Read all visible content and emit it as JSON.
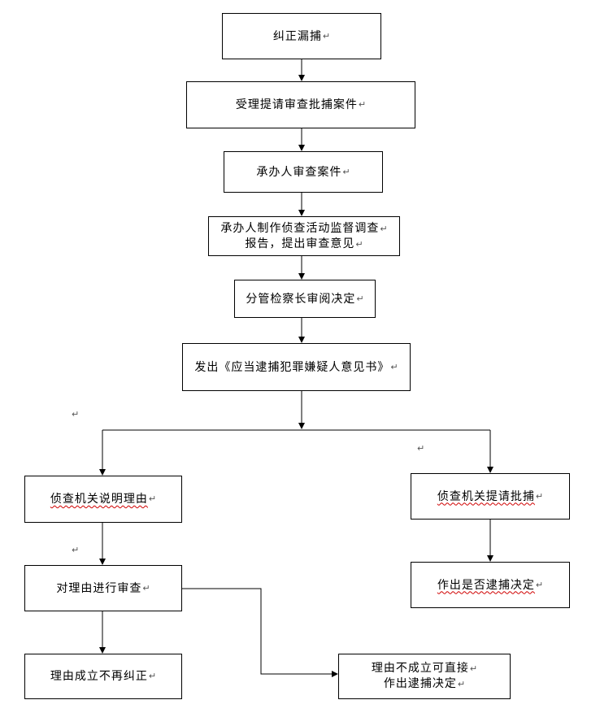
{
  "pilcrow": "↵",
  "nodes": {
    "n1": {
      "text": "纠正漏捕"
    },
    "n2": {
      "text": "受理提请审查批捕案件"
    },
    "n3": {
      "text": "承办人审查案件"
    },
    "n4": {
      "line1": "承办人制作侦查活动监督调查",
      "line2": "报告，提出审查意见"
    },
    "n5": {
      "text": "分管检察长审阅决定"
    },
    "n6": {
      "text": "发出《应当逮捕犯罪嫌疑人意见书》"
    },
    "n7": {
      "text": "侦查机关说明理由"
    },
    "n8": {
      "text": "侦查机关提请批捕"
    },
    "n9": {
      "text": "对理由进行审查"
    },
    "n10": {
      "text": "作出是否逮捕决定"
    },
    "n11": {
      "text": "理由成立不再纠正"
    },
    "n12": {
      "line1": "理由不成立可直接",
      "line2": "作出逮捕决定"
    }
  },
  "colors": {
    "line": "#000000",
    "spellcheck_underline": "#d00000"
  }
}
